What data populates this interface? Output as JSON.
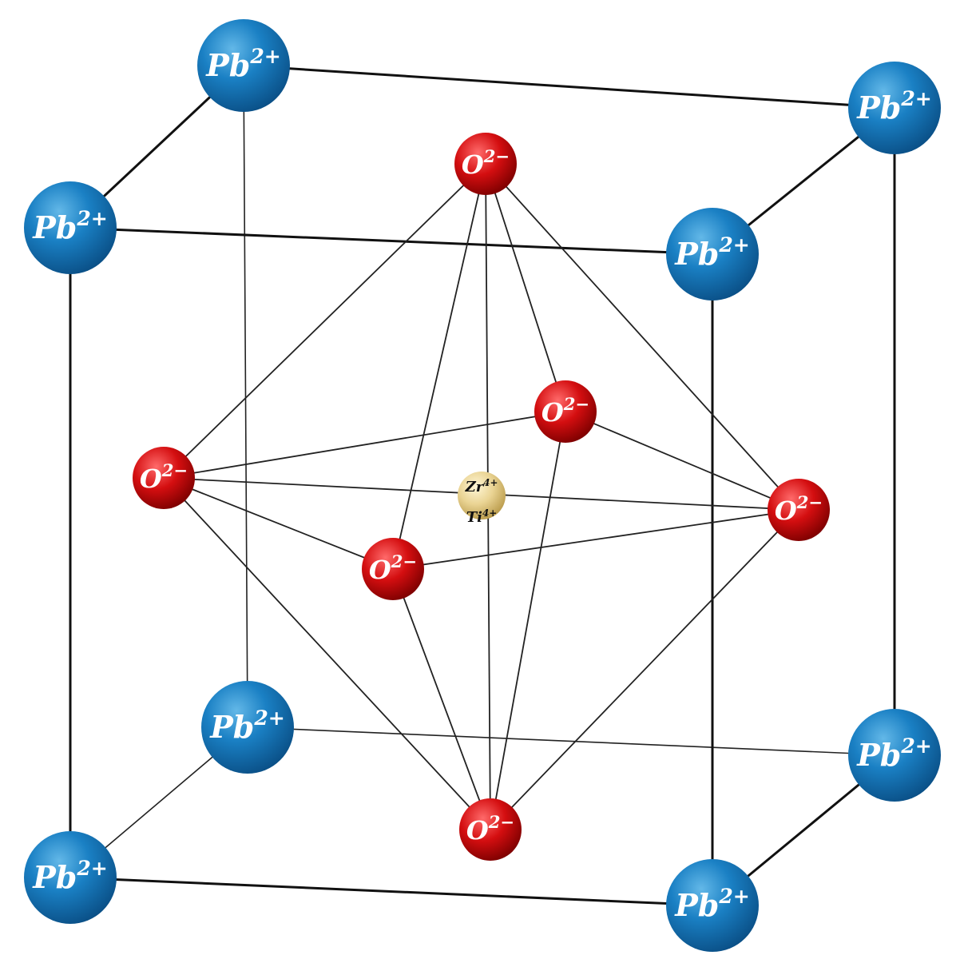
{
  "labels": {
    "pb_base": "Pb",
    "pb_charge": "2+",
    "o_base": "O",
    "o_charge": "2−",
    "center_top_base": "Zr",
    "center_top_charge": "4+",
    "center_bottom_base": "Ti",
    "center_bottom_charge": "4+"
  },
  "colors": {
    "pb_light": "#63b8e8",
    "pb_mid": "#1a80c4",
    "pb_dark": "#0a4f86",
    "o_light": "#ff6a6a",
    "o_mid": "#d40e10",
    "o_dark": "#7c0000",
    "center_light": "#fff6d6",
    "center_mid": "#ead494",
    "center_dark": "#b99a4a"
  },
  "atoms": [
    {
      "id": "pb-back-top-left",
      "species": "pb"
    },
    {
      "id": "pb-back-top-right",
      "species": "pb"
    },
    {
      "id": "pb-front-top-left",
      "species": "pb"
    },
    {
      "id": "pb-front-top-right",
      "species": "pb"
    },
    {
      "id": "pb-back-bottom-left",
      "species": "pb"
    },
    {
      "id": "pb-back-bottom-right",
      "species": "pb"
    },
    {
      "id": "pb-front-bottom-left",
      "species": "pb"
    },
    {
      "id": "pb-front-bottom-right",
      "species": "pb"
    },
    {
      "id": "o-top",
      "species": "o"
    },
    {
      "id": "o-bottom",
      "species": "o"
    },
    {
      "id": "o-left",
      "species": "o"
    },
    {
      "id": "o-right",
      "species": "o"
    },
    {
      "id": "o-back",
      "species": "o"
    },
    {
      "id": "o-front",
      "species": "o"
    },
    {
      "id": "zr-ti-center",
      "species": "center"
    }
  ]
}
